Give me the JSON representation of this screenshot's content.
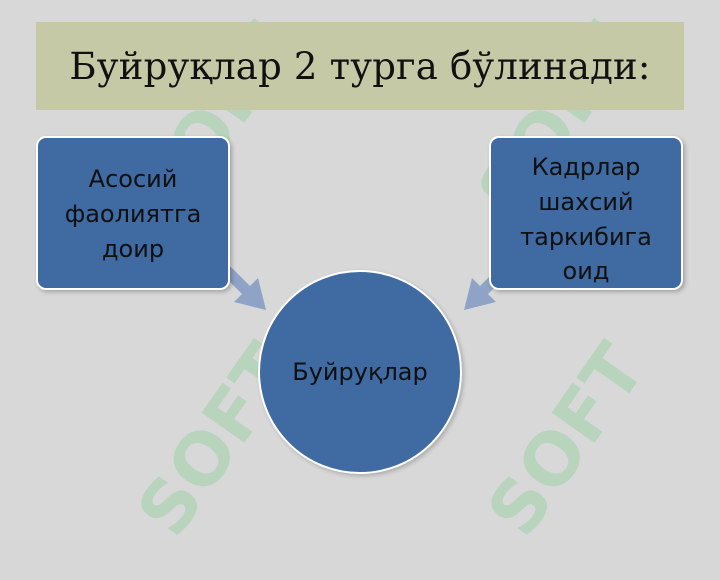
{
  "slide": {
    "title": "Буйруқлар 2 турга бўлинади:",
    "left_box": "Асосий\nфаолиятга\nдоир",
    "right_box": "Кадрлар\nшахсий\nтаркибига\nоид",
    "center": "Буйруқлар"
  },
  "watermark": {
    "text": "SOFT"
  },
  "colors": {
    "background": "#d8d8d8",
    "title_bar": "#c5c9a6",
    "node_fill": "#3f6aa2",
    "arrow_fill": "#8fa3c6",
    "watermark": "#7fcf8a"
  }
}
